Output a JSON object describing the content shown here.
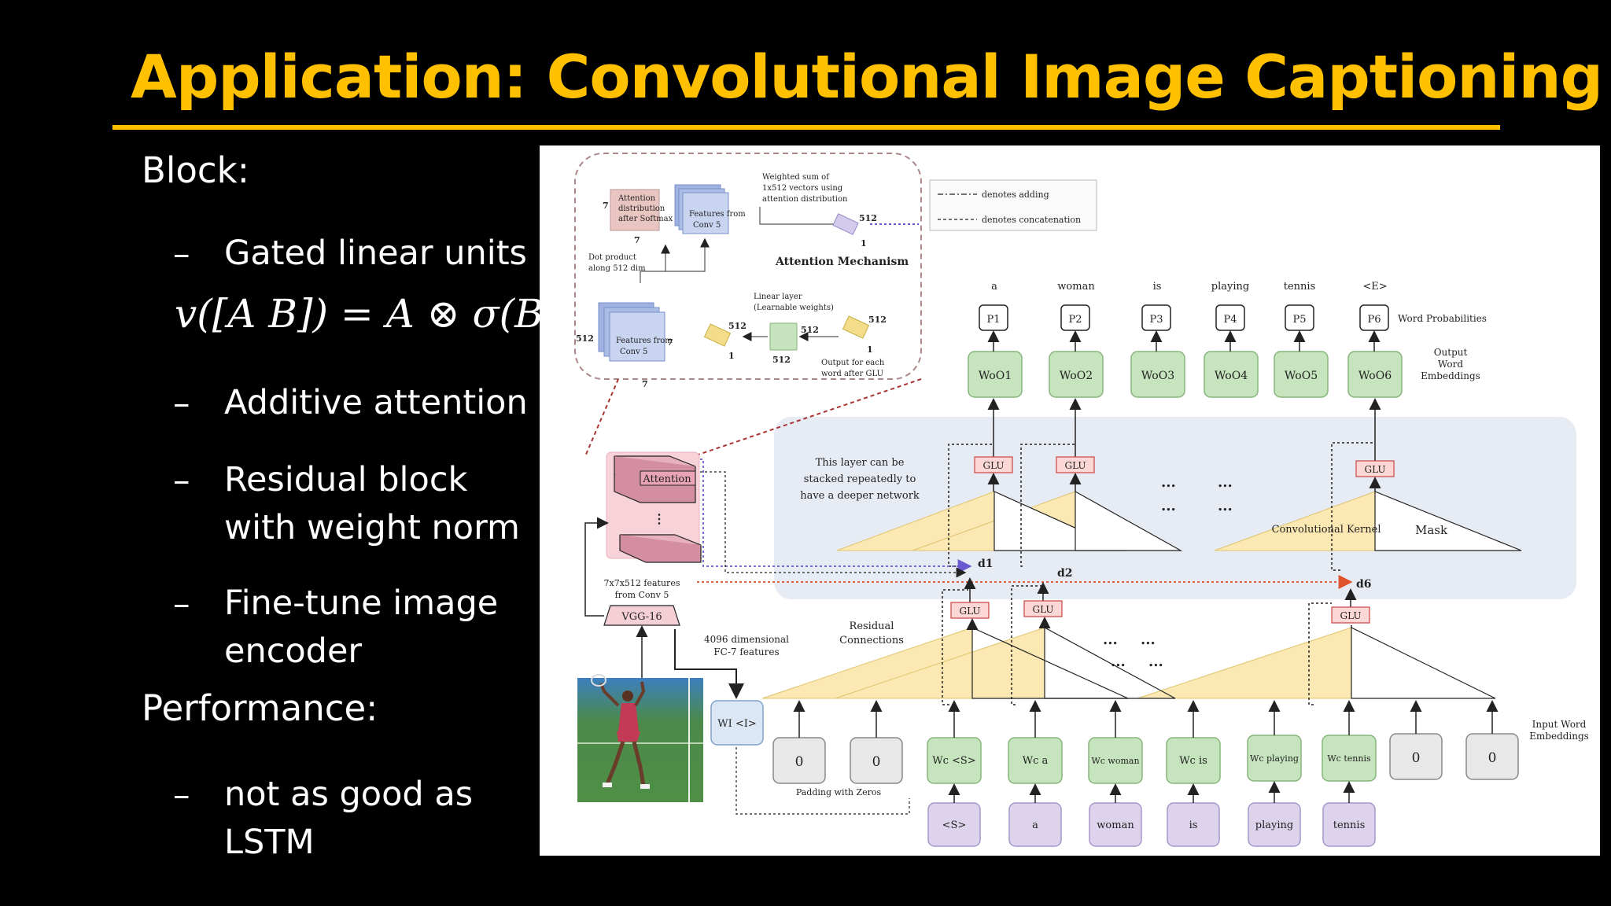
{
  "slide": {
    "title": "Application: Convolutional Image Captioning",
    "colors": {
      "title": "#ffc000",
      "background": "#000000",
      "text": "#ffffff"
    }
  },
  "bullets": {
    "block_heading": "Block:",
    "glu": "Gated linear units",
    "formula": "v([A B]) = A ⊗ σ(B)",
    "attention": "Additive attention",
    "residual_1": "Residual block",
    "residual_2": "with weight norm",
    "finetune_1": "Fine-tune image",
    "finetune_2": "encoder",
    "performance_heading": "Performance:",
    "perf_1": "not as good as",
    "perf_2": "LSTM"
  },
  "figure": {
    "attn": {
      "weighted_1": "Weighted sum of",
      "weighted_2": "1x512 vectors using",
      "weighted_3": "attention distribution",
      "dist_1": "Attention",
      "dist_2": "distribution",
      "dist_3": "after Softmax",
      "feat_1": "Features from",
      "feat_2": "Conv 5",
      "dot_1": "Dot product",
      "dot_2": "along 512 dim",
      "title": "Attention Mechanism",
      "linear_1": "Linear layer",
      "linear_2": "(Learnable weights)",
      "out_1": "Output for each",
      "out_2": "word after GLU",
      "n7": "7",
      "n512": "512",
      "n1": "1"
    },
    "legend": {
      "adding": "denotes adding",
      "concat": "denotes concatenation"
    },
    "top_words": [
      "a",
      "woman",
      "is",
      "playing",
      "tennis",
      "<E>"
    ],
    "probs": [
      "P1",
      "P2",
      "P3",
      "P4",
      "P5",
      "P6"
    ],
    "outs": [
      "WoO1",
      "WoO2",
      "WoO3",
      "WoO4",
      "WoO5",
      "WoO6"
    ],
    "word_prob_label": "Word Probabilities",
    "out_emb_1": "Output",
    "out_emb_2": "Word",
    "out_emb_3": "Embeddings",
    "stack_1": "This layer can be",
    "stack_2": "stacked repeatedly to",
    "stack_3": "have a deeper network",
    "glu": "GLU",
    "ellipsis": "...",
    "conv_kernel": "Convolutional Kernel",
    "mask": "Mask",
    "d1": "d1",
    "d2": "d2",
    "d6": "d6",
    "attention_block": "Attention",
    "conv5_1": "7x7x512 features",
    "conv5_2": "from Conv 5",
    "vgg": "VGG-16",
    "fc7_1": "4096 dimensional",
    "fc7_2": "FC-7 features",
    "residual_1": "Residual",
    "residual_2": "Connections",
    "wi": "WI <I>",
    "zero": "0",
    "padding": "Padding with Zeros",
    "emb_words": [
      "Wc <S>",
      "Wc a",
      "Wc woman",
      "Wc is",
      "Wc playing",
      "Wc tennis"
    ],
    "input_words": [
      "<S>",
      "a",
      "woman",
      "is",
      "playing",
      "tennis"
    ],
    "input_emb_1": "Input Word",
    "input_emb_2": "Embeddings"
  }
}
